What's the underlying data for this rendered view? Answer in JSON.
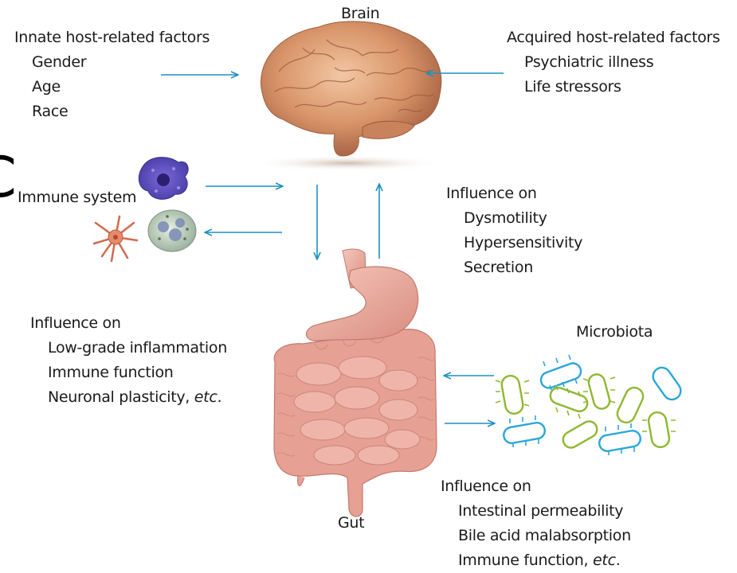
{
  "brain_label": "Brain",
  "gut_label": "Gut",
  "microbiota_label": "Microbiota",
  "immune_label": "Immune system",
  "innate": {
    "title": "Innate host-related factors",
    "items": [
      "Gender",
      "Age",
      "Race"
    ]
  },
  "acquired": {
    "title": "Acquired host-related factors",
    "items": [
      "Psychiatric illness",
      "Life stressors"
    ]
  },
  "brain_to_gut": {
    "title": "Influence on",
    "items": [
      "Dysmotility",
      "Hypersensitivity",
      "Secretion"
    ]
  },
  "immune_influence": {
    "title": "Influence on",
    "items": [
      "Low-grade inflammation",
      "Immune function"
    ],
    "last_plain": "Neuronal plasticity, ",
    "last_italic": "etc"
  },
  "microbiota_influence": {
    "title": "Influence on",
    "items": [
      "Intestinal permeability",
      "Bile acid malabsorption"
    ],
    "last_plain": "Immune function, ",
    "last_italic": "etc"
  },
  "edge_glyph": "C",
  "colors": {
    "arrow": "#1f8fc0",
    "bacteria_green": "#8fb82e",
    "bacteria_blue": "#2aa6d8",
    "organ_pink": "#e9a59a",
    "brain": "#d99a74"
  }
}
